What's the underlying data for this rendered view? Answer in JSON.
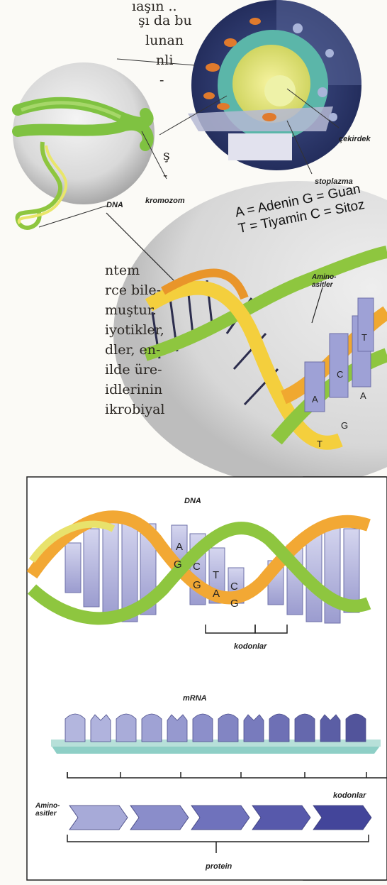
{
  "left_text_top": [
    "ıaşın ..",
    "şı da bu",
    "lunan",
    "nli",
    "-",
    "ş",
    "-"
  ],
  "left_text_mid": [
    "ntem",
    "rce bile-",
    "muştur.",
    "iyotikler,",
    "dler, en-",
    "ilde üre-",
    "idlerinin",
    "ikrobiyal"
  ],
  "cell_labels": {
    "cekirdek": "çekirdek",
    "stoplazma": "stoplazma",
    "kromozom": "kromozom",
    "dna": "DNA"
  },
  "base_legend": {
    "line1": "A = Adenin   G = Guan",
    "line2": "T = Tiyamin  C = Sitoz"
  },
  "helix_labels": {
    "amino": "Amino-\nasitler",
    "bases": [
      "T",
      "C",
      "A",
      "A",
      "G",
      "T"
    ]
  },
  "panel": {
    "dna_title": "DNA",
    "helix_bases": [
      "A",
      "G",
      "C",
      "T",
      "A",
      "G",
      "C",
      "G"
    ],
    "kodonlar_top": "kodonlar",
    "mrna_title": "mRNA",
    "kodonlar_bottom": "kodonlar",
    "amino_label": "Amino-\nasitler",
    "protein_label": "protein"
  }
}
